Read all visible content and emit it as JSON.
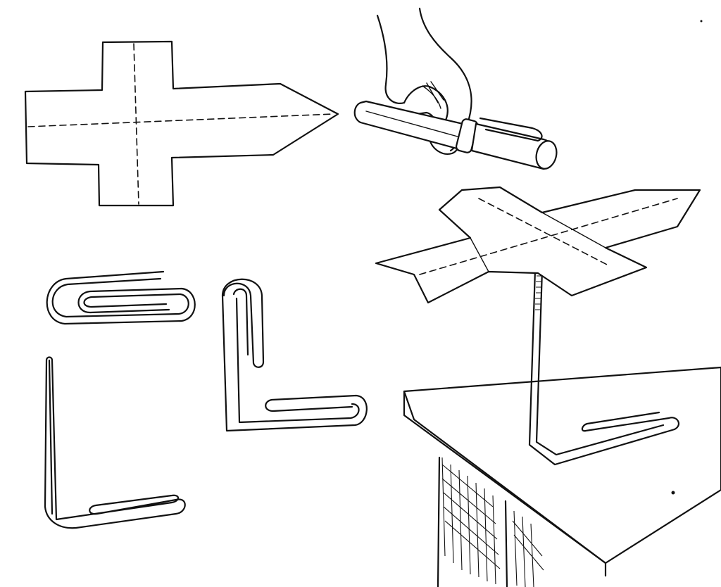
{
  "figure": {
    "description_free": true,
    "ink_color": "#111111",
    "paper_color": "#ffffff",
    "parts": [
      "paper-cutout-template",
      "hand-scoring-pen",
      "paperclip-coiled",
      "paperclip-partially-unbent",
      "paperclip-l-bent",
      "assembled-spinner-on-table"
    ]
  }
}
